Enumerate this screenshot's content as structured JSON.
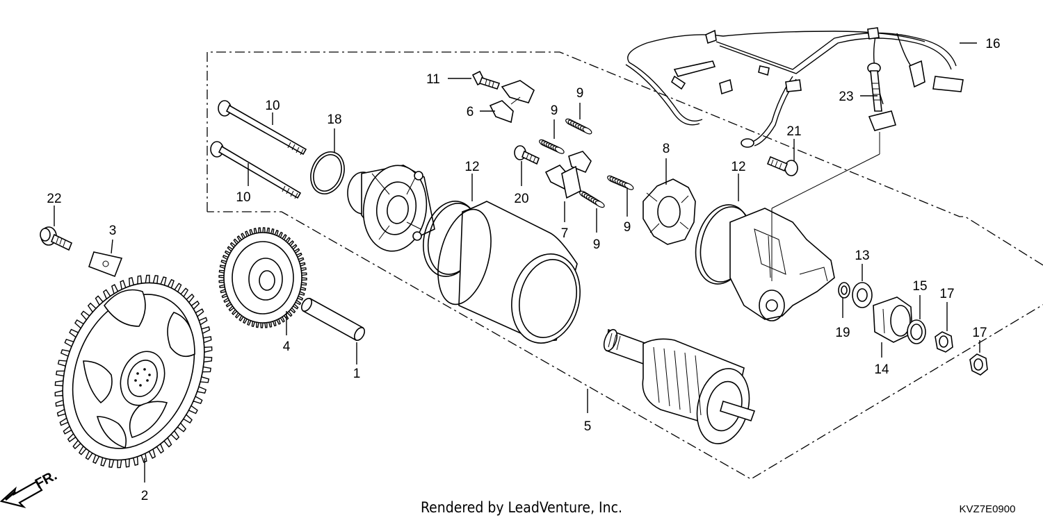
{
  "diagram": {
    "callouts": [
      {
        "id": "1",
        "label": "1"
      },
      {
        "id": "2",
        "label": "2"
      },
      {
        "id": "3",
        "label": "3"
      },
      {
        "id": "4",
        "label": "4"
      },
      {
        "id": "5",
        "label": "5"
      },
      {
        "id": "6",
        "label": "6"
      },
      {
        "id": "7",
        "label": "7"
      },
      {
        "id": "8",
        "label": "8"
      },
      {
        "id": "9a",
        "label": "9"
      },
      {
        "id": "9b",
        "label": "9"
      },
      {
        "id": "9c",
        "label": "9"
      },
      {
        "id": "9d",
        "label": "9"
      },
      {
        "id": "10a",
        "label": "10"
      },
      {
        "id": "10b",
        "label": "10"
      },
      {
        "id": "11",
        "label": "11"
      },
      {
        "id": "12a",
        "label": "12"
      },
      {
        "id": "12b",
        "label": "12"
      },
      {
        "id": "13",
        "label": "13"
      },
      {
        "id": "14",
        "label": "14"
      },
      {
        "id": "15",
        "label": "15"
      },
      {
        "id": "16",
        "label": "16"
      },
      {
        "id": "17a",
        "label": "17"
      },
      {
        "id": "17b",
        "label": "17"
      },
      {
        "id": "18",
        "label": "18"
      },
      {
        "id": "19",
        "label": "19"
      },
      {
        "id": "20",
        "label": "20"
      },
      {
        "id": "21",
        "label": "21"
      },
      {
        "id": "22",
        "label": "22"
      },
      {
        "id": "23",
        "label": "23"
      }
    ],
    "direction_label": "FR.",
    "footer_text": "Rendered by LeadVenture, Inc.",
    "diagram_code": "KVZ7E0900"
  }
}
